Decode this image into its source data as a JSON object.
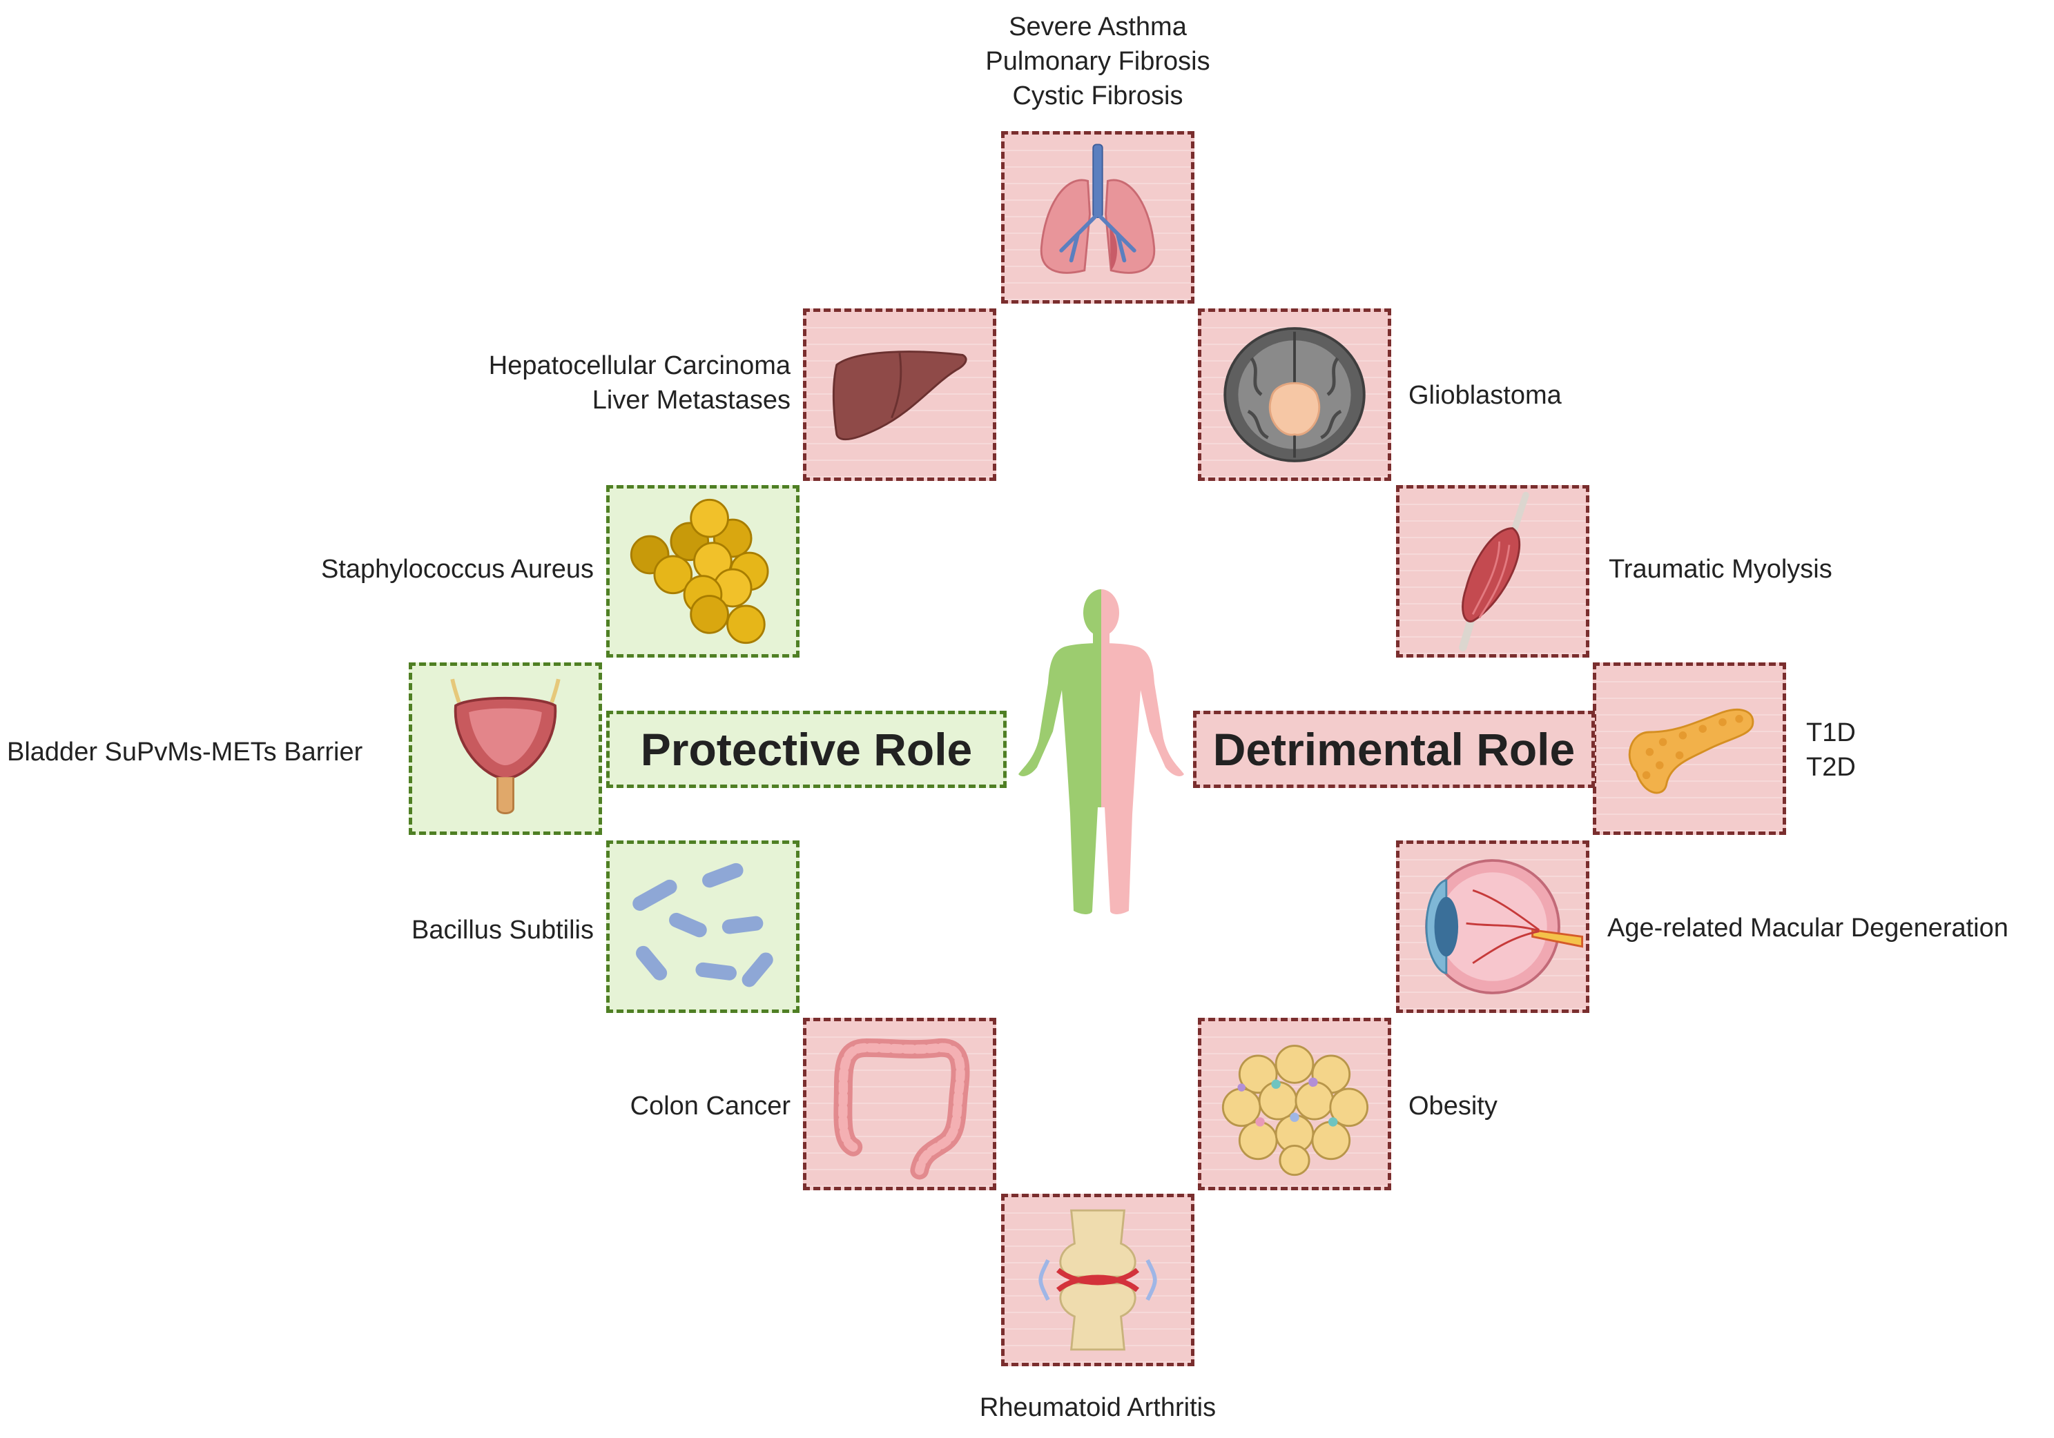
{
  "roles": {
    "protective": "Protective Role",
    "detrimental": "Detrimental Role"
  },
  "items": {
    "lung": [
      "Severe Asthma",
      "Pulmonary Fibrosis",
      "Cystic Fibrosis"
    ],
    "liver": [
      "Hepatocellular Carcinoma",
      "Liver Metastases"
    ],
    "brain": [
      "Glioblastoma"
    ],
    "staph": [
      "Staphylococcus Aureus"
    ],
    "muscle": [
      "Traumatic Myolysis"
    ],
    "bladder": [
      "Bladder SuPvMs-METs Barrier"
    ],
    "pancreas": [
      "T1D",
      "T2D"
    ],
    "bacillus": [
      "Bacillus Subtilis"
    ],
    "eye": [
      "Age-related Macular Degeneration"
    ],
    "colon": [
      "Colon Cancer"
    ],
    "fat": [
      "Obesity"
    ],
    "joint": [
      "Rheumatoid Arthritis"
    ]
  },
  "colors": {
    "protective_fill": "#e6f3d6",
    "protective_border": "#4f7f24",
    "detrimental_fill": "#f3cccc",
    "detrimental_border": "#7a2e2e",
    "body_green": "#9ccc6f",
    "body_pink": "#f6b7b9"
  },
  "icons": {
    "lung": "lungs-icon",
    "liver": "liver-icon",
    "brain": "brain-icon",
    "staph": "staphylococcus-icon",
    "muscle": "muscle-icon",
    "bladder": "bladder-icon",
    "pancreas": "pancreas-icon",
    "bacillus": "bacillus-icon",
    "eye": "eye-icon",
    "colon": "colon-icon",
    "fat": "adipose-tissue-icon",
    "joint": "joint-icon",
    "human": "human-body-icon"
  }
}
